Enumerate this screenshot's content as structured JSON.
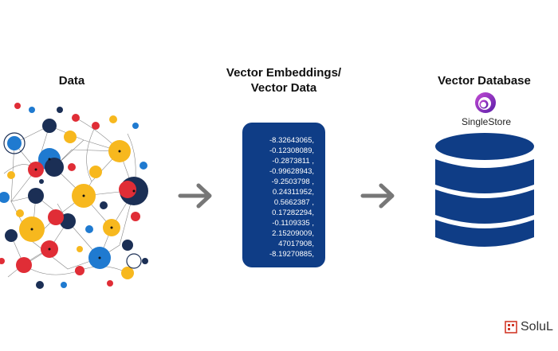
{
  "headings": {
    "data": "Data",
    "embeddings_line1": "Vector Embeddings/",
    "embeddings_line2": "Vector Data",
    "database": "Vector Database"
  },
  "vector_values": [
    "-8.32643065,",
    "-0.12308089,",
    "-0.2873811 ,",
    "-0.99628943,",
    "-9.2503798 ,",
    "0.24311952,",
    "0.5662387 ,",
    "0.17282294,",
    "-0.1109335 ,",
    "2.15209009,",
    "47017908,",
    "-8.19270885,"
  ],
  "database_brand": "SingleStore",
  "watermark": "SoluL",
  "colors": {
    "navy": "#1b2f55",
    "blue": "#1f7ad0",
    "red": "#e02d36",
    "yellow": "#f7b81e",
    "card": "#0f3d86",
    "arrow": "#777777"
  },
  "icons": [
    "network-graph-icon",
    "arrow-right-icon",
    "singlestore-logo-icon",
    "database-icon"
  ]
}
